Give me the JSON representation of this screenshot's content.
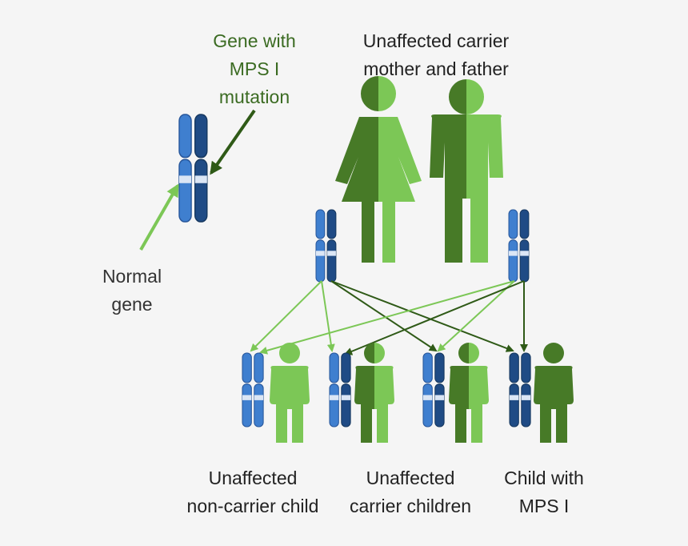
{
  "labels": {
    "gene_mutation": [
      "Gene with",
      "MPS I",
      "mutation"
    ],
    "parents": [
      "Unaffected carrier",
      "mother and father"
    ],
    "normal_gene": [
      "Normal",
      "gene"
    ],
    "non_carrier": [
      "Unaffected",
      "non-carrier child"
    ],
    "carriers": [
      "Unaffected",
      "carrier children"
    ],
    "affected": [
      "Child with",
      "MPS I"
    ]
  },
  "colors": {
    "background": "#f5f5f5",
    "light_green": "#7cc756",
    "dark_green": "#477a27",
    "label_green": "#3b6b22",
    "chromosome_normal": "#3f7fcf",
    "chromosome_mutant": "#1f4b85",
    "band": "#dbe6f5"
  },
  "icons": {
    "mother": "woman-figure-icon",
    "father": "man-figure-icon",
    "child": "child-figure-icon",
    "chromosome": "chromosome-pair-icon"
  }
}
